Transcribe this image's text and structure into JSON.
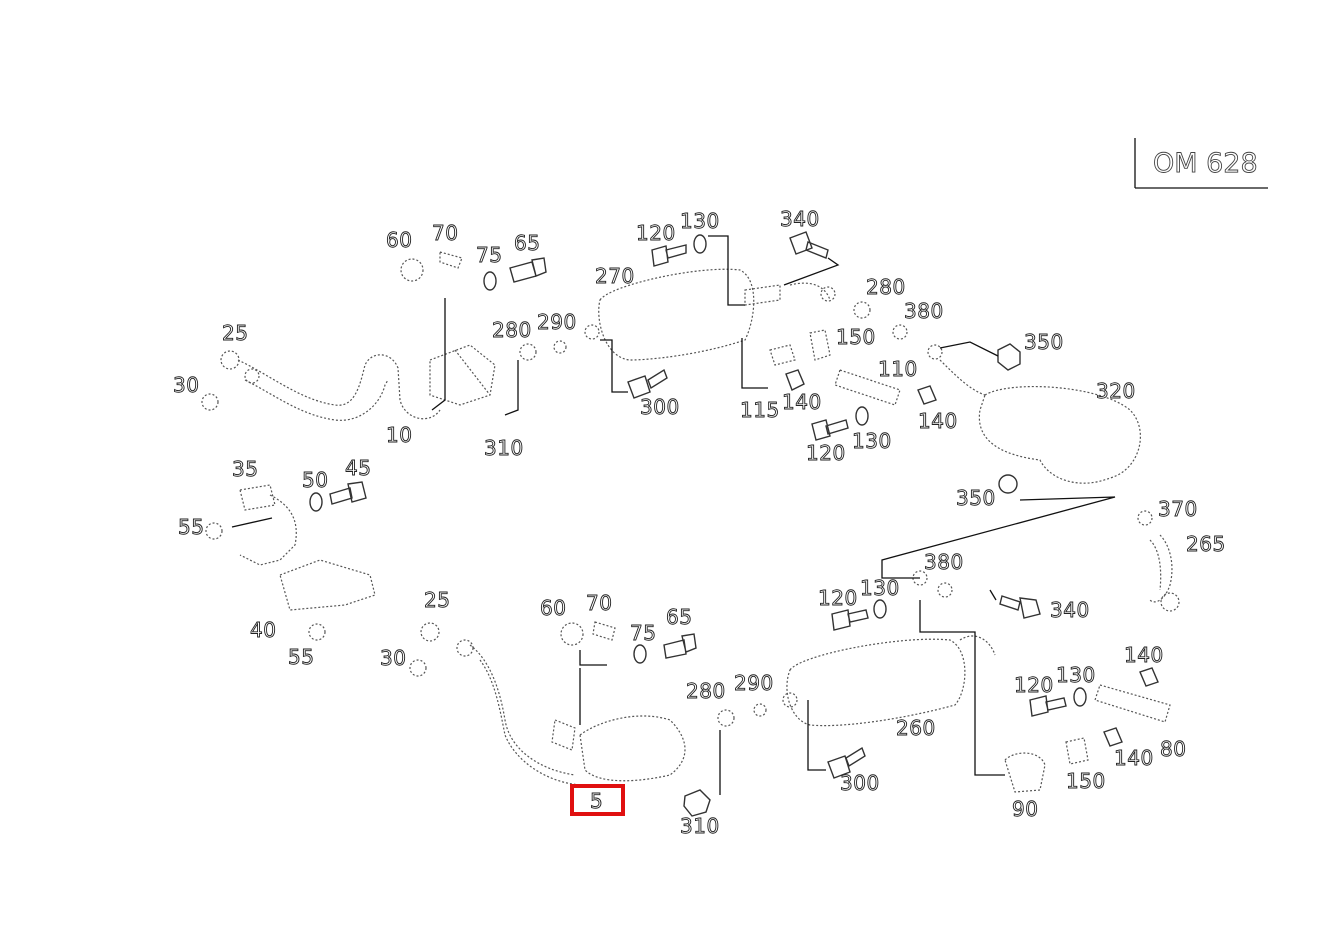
{
  "model_label": "OM 628",
  "highlighted_callout": "5",
  "callouts": {
    "c60a": "60",
    "c70a": "70",
    "c75a": "75",
    "c65a": "65",
    "c120a": "120",
    "c130a": "130",
    "c340a": "340",
    "c270": "270",
    "c280a": "280",
    "c380a": "380",
    "c350a": "350",
    "c25a": "25",
    "c280b": "280",
    "c290a": "290",
    "c150a": "150",
    "c110": "110",
    "c30a": "30",
    "c115": "115",
    "c140a": "140",
    "c300a": "300",
    "c140b": "140",
    "c10": "10",
    "c310a": "310",
    "c120b": "120",
    "c130b": "130",
    "c320": "320",
    "c35": "35",
    "c50": "50",
    "c45": "45",
    "c350b": "350",
    "c370": "370",
    "c55a": "55",
    "c265": "265",
    "c380b": "380",
    "c120c": "120",
    "c130c": "130",
    "c340b": "340",
    "c25b": "25",
    "c60b": "60",
    "c70b": "70",
    "c40": "40",
    "c55b": "55",
    "c75b": "75",
    "c65b": "65",
    "c30b": "30",
    "c140c": "140",
    "c280c": "280",
    "c290b": "290",
    "c120d": "120",
    "c130d": "130",
    "c260": "260",
    "c80": "80",
    "c140d": "140",
    "c150b": "150",
    "c5": "5",
    "c300b": "300",
    "c90": "90",
    "c310b": "310"
  }
}
